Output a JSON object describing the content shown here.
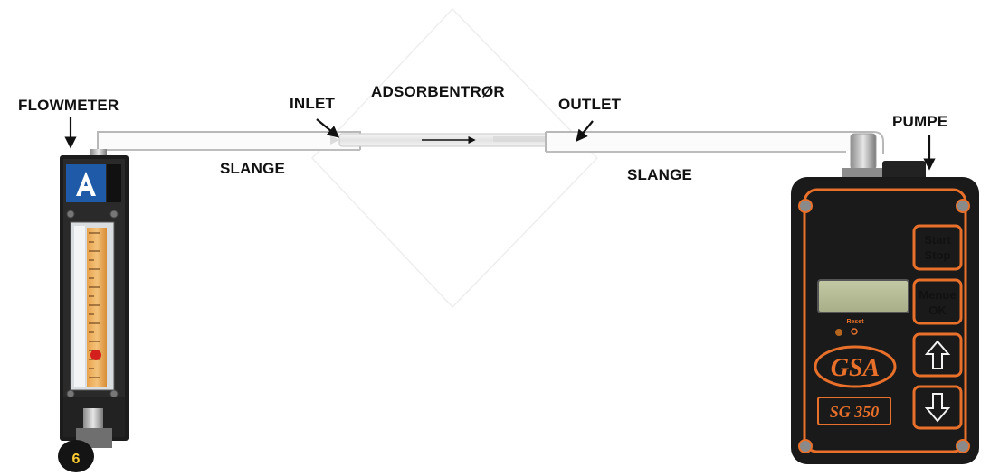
{
  "labels": {
    "flowmeter": "FLOWMETER",
    "inlet": "INLET",
    "adsorbent_tube": "ADSORBENTRØR",
    "outlet": "OUTLET",
    "pump": "PUMPE",
    "hose_left": "SLANGE",
    "hose_right": "SLANGE"
  },
  "flowmeter": {
    "knob_number": "6"
  },
  "pump": {
    "buttons": {
      "start_stop_line1": "Start",
      "start_stop_line2": "Stop",
      "menu_ok_line1": "Menue",
      "menu_ok_line2": "OK"
    },
    "reset_label": "Reset",
    "brand": "GSA",
    "model": "SG 350",
    "icons": [
      "arrow-up-icon",
      "arrow-down-icon"
    ]
  },
  "colors": {
    "pump_body": "#1a1a1a",
    "pump_accent": "#e8702a",
    "flowmeter_body": "#1c1c1c",
    "flowmeter_logo": "#1e5aa8",
    "hose": "#c9c9c9",
    "float_ball": "#d4201c"
  }
}
